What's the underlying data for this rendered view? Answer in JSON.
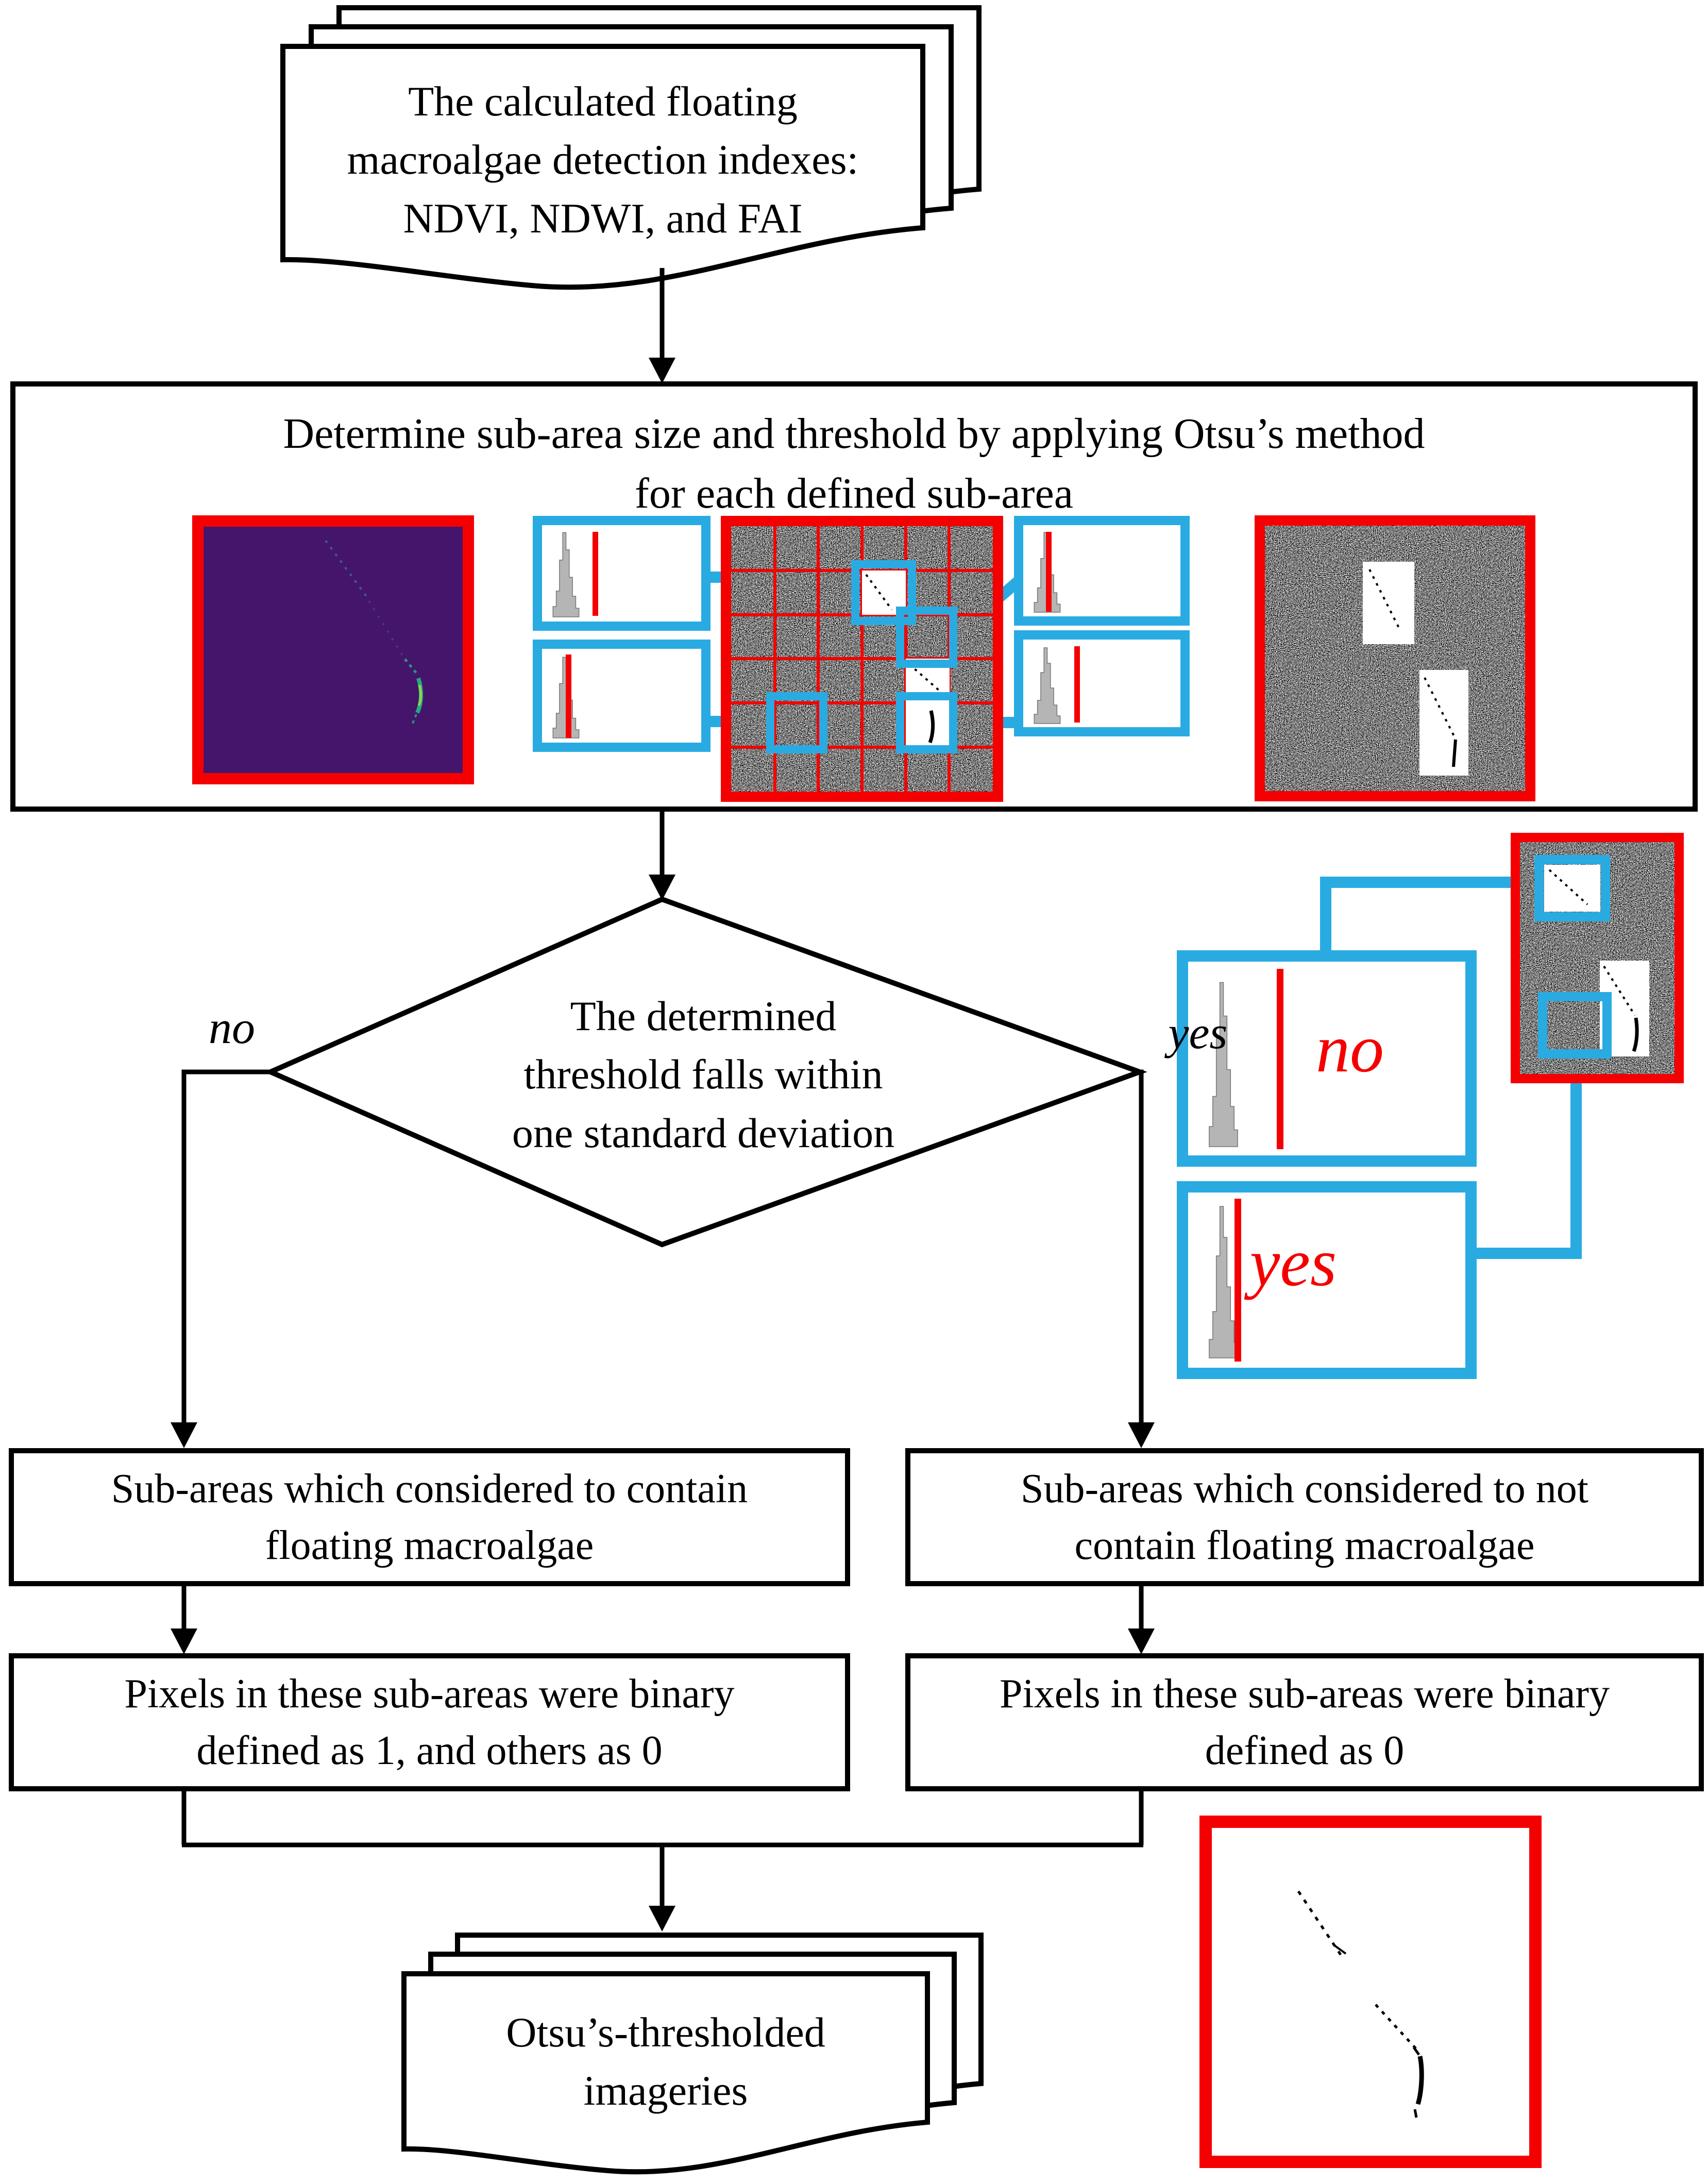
{
  "diagram": {
    "kind": "flowchart",
    "nodes": {
      "input_doc": {
        "shape": "multidocument",
        "lines": [
          "The calculated floating",
          "macroalgae detection indexes:",
          "NDVI, NDWI, and FAI"
        ]
      },
      "process_box": {
        "shape": "rectangle",
        "lines": [
          "Determine sub-area size and threshold by applying Otsu’s method",
          "for each defined sub-area"
        ]
      },
      "decision": {
        "shape": "diamond",
        "lines": [
          "The determined",
          "threshold falls within",
          "one standard deviation"
        ],
        "no_label": "no",
        "yes_label": "yes"
      },
      "contain_box": {
        "shape": "rectangle",
        "lines": [
          "Sub-areas which considered to contain",
          "floating macroalgae"
        ]
      },
      "binary1_box": {
        "shape": "rectangle",
        "lines": [
          "Pixels in these sub-areas were binary",
          "defined as 1, and others as 0"
        ]
      },
      "not_contain_box": {
        "shape": "rectangle",
        "lines": [
          "Sub-areas which considered to not",
          "contain floating macroalgae"
        ]
      },
      "binary0_box": {
        "shape": "rectangle",
        "lines": [
          "Pixels in these sub-areas were binary",
          "defined as 0"
        ]
      },
      "output_doc": {
        "shape": "multidocument",
        "lines": [
          "Otsu’s-thresholded",
          "imageries"
        ]
      }
    },
    "inset": {
      "no_histogram_label": "no",
      "yes_histogram_label": "yes"
    },
    "colors": {
      "flow_black": "#000000",
      "highlight_red": "#f50000",
      "highlight_cyan": "#29abe2",
      "index_image_purple": "#45156b",
      "histogram_gray": "#b5b5b5"
    }
  }
}
